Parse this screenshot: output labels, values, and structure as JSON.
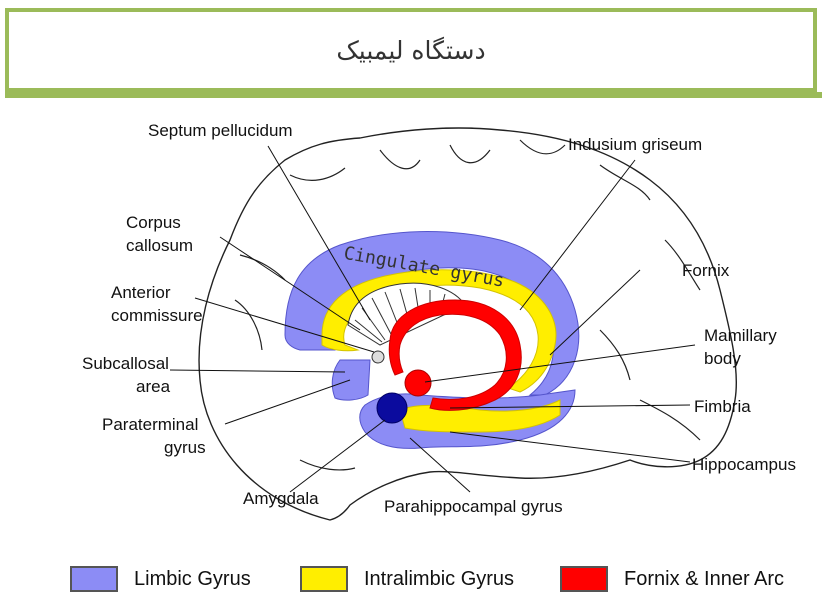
{
  "title": "دستگاه لیمبیک",
  "labels": {
    "septum_pellucidum": "Septum pellucidum",
    "indusium_griseum": "Indusium griseum",
    "corpus_callosum_1": "Corpus",
    "corpus_callosum_2": "callosum",
    "fornix": "Fornix",
    "anterior_commissure_1": "Anterior",
    "anterior_commissure_2": "commissure",
    "mamillary_body_1": "Mamillary",
    "mamillary_body_2": "body",
    "subcallosal_area_1": "Subcallosal",
    "subcallosal_area_2": "area",
    "fimbria": "Fimbria",
    "paraterminal_gyrus_1": "Paraterminal",
    "paraterminal_gyrus_2": "gyrus",
    "hippocampus": "Hippocampus",
    "amygdala": "Amygdala",
    "parahippocampal_gyrus": "Parahippocampal gyrus",
    "cingulate_gyrus": "Cingulate gyrus"
  },
  "legend": [
    {
      "label": "Limbic Gyrus",
      "color": "#8c8cf5"
    },
    {
      "label": "Intralimbic Gyrus",
      "color": "#ffee00"
    },
    {
      "label": "Fornix & Inner Arc",
      "color": "#ff0000"
    }
  ],
  "colors": {
    "frame": "#9bbb59",
    "limbic": "#8c8cf5",
    "intralimbic": "#ffee00",
    "fornix": "#ff0000",
    "amygdala": "#0b0b9e"
  }
}
